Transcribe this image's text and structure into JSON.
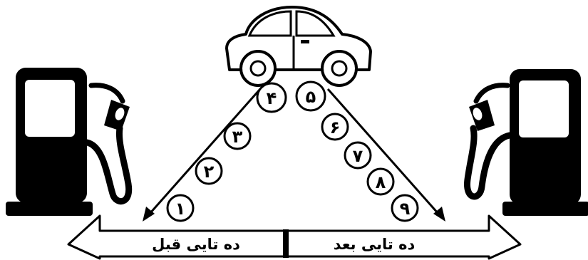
{
  "labels": {
    "left": "ده تایی قبل",
    "right": "ده تایی بعد"
  },
  "numbers": {
    "left": [
      "۱",
      "۲",
      "۳",
      "۴"
    ],
    "right": [
      "۵",
      "۶",
      "۷",
      "۸",
      "۹"
    ]
  },
  "colors": {
    "ink": "#000000",
    "paper": "#ffffff"
  },
  "icons": [
    "car-icon",
    "fuel-pump-icon"
  ]
}
